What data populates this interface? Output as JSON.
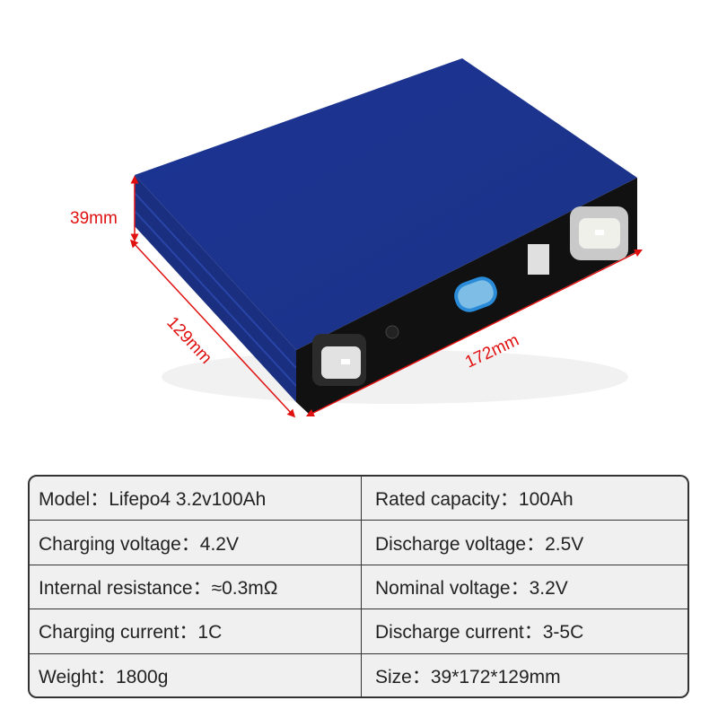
{
  "dimensions": {
    "height": "39mm",
    "depth": "129mm",
    "length": "172mm"
  },
  "colors": {
    "battery_top": "#1c3592",
    "battery_side": "#1a3080",
    "terminal_face": "#111111",
    "dimension_lines": "#e01010",
    "table_background": "#f0f0f0"
  },
  "specs": {
    "rows": [
      {
        "left": "Model：Lifepo4 3.2v100Ah",
        "right": "Rated capacity：100Ah"
      },
      {
        "left": "Charging voltage：4.2V",
        "right": "Discharge voltage：2.5V"
      },
      {
        "left": "Internal resistance：≈0.3mΩ",
        "right": "Nominal voltage：3.2V"
      },
      {
        "left": "Charging current：1C",
        "right": "Discharge current：3-5C"
      },
      {
        "left": "Weight：1800g",
        "right": "Size：39*172*129mm"
      }
    ]
  }
}
